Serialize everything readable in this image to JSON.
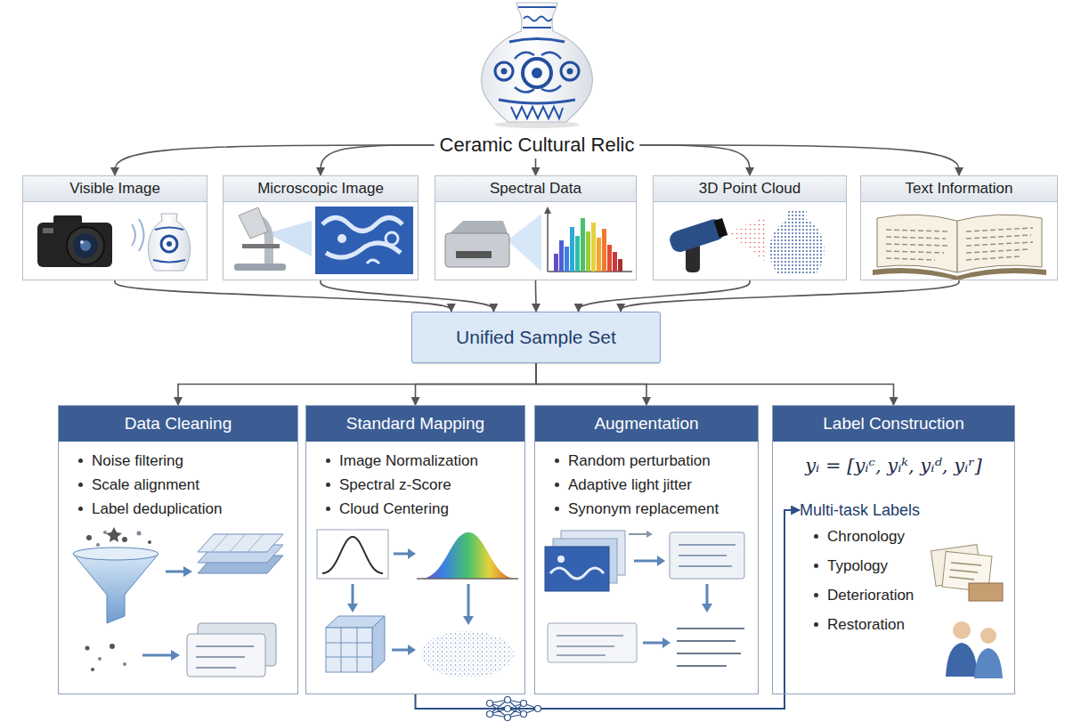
{
  "diagram": {
    "nodes": [
      {
        "text": [
          "Ceramic Cultural Relic"
        ]
      },
      {
        "text": [
          "Visible Image"
        ]
      },
      {
        "text": [
          "Microscopic Image"
        ]
      },
      {
        "text": [
          "Spectral Data"
        ]
      },
      {
        "text": [
          "3D Point Cloud"
        ]
      },
      {
        "text": [
          "Text Information"
        ]
      },
      {
        "text": [
          "Unified Sample Set"
        ]
      },
      {
        "text": [
          "Data Cleaning",
          "Noise filtering",
          "Scale alignment",
          "Label deduplication"
        ]
      },
      {
        "text": [
          "Standard Mapping",
          "Image Normalization",
          "Spectral z-Score",
          "Cloud Centering"
        ]
      },
      {
        "text": [
          "Augmentation",
          "Random perturbation",
          "Adaptive light jitter",
          "Synonym replacement"
        ]
      },
      {
        "text": [
          "Label Construction",
          "yᵢ = [yᵢᶜ, yᵢᵏ, yᵢᵈ, yᵢʳ]"
        ]
      },
      {
        "text": [
          "Multi-task Labels",
          "Chronology",
          "Typology",
          "Deterioration",
          "Restoration"
        ],
        "in": 10
      }
    ],
    "edges": [
      {
        "from": 0,
        "to": 1,
        "arrow": "to"
      },
      {
        "from": 0,
        "to": 2,
        "arrow": "to"
      },
      {
        "from": 0,
        "to": 3,
        "arrow": "to"
      },
      {
        "from": 0,
        "to": 4,
        "arrow": "to"
      },
      {
        "from": 0,
        "to": 5,
        "arrow": "to"
      },
      {
        "from": 1,
        "to": 6,
        "arrow": "to"
      },
      {
        "from": 2,
        "to": 6,
        "arrow": "to"
      },
      {
        "from": 3,
        "to": 6,
        "arrow": "to"
      },
      {
        "from": 4,
        "to": 6,
        "arrow": "to"
      },
      {
        "from": 5,
        "to": 6,
        "arrow": "to"
      },
      {
        "from": 6,
        "to": 7,
        "arrow": "to"
      },
      {
        "from": 6,
        "to": 8,
        "arrow": "to"
      },
      {
        "from": 6,
        "to": 9,
        "arrow": "to"
      },
      {
        "from": 6,
        "to": 10,
        "arrow": "to"
      },
      {
        "from": 8,
        "to": 11,
        "arrow": "to"
      }
    ]
  }
}
